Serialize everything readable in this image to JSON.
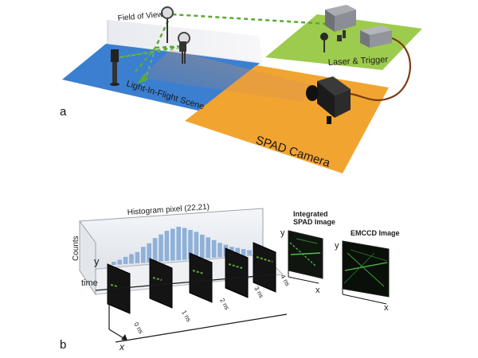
{
  "panel_a": {
    "letter": "a",
    "field_of_view": "Field of View",
    "scene_label": "Light-In-Flight Scene",
    "laser_label": "Laser & Trigger",
    "camera_label": "SPAD Camera"
  },
  "panel_b": {
    "letter": "b",
    "histogram_title": "Histogram pixel (22,21)",
    "counts_label": "Counts",
    "time_label": "time",
    "y_label": "y",
    "x_label": "x",
    "frames": [
      {
        "label": "0 ns"
      },
      {
        "label": "1 ns"
      },
      {
        "label": "2 ns"
      },
      {
        "label": "3 ns"
      },
      {
        "label": "4 ns"
      }
    ],
    "integrated_title_line1": "Integrated",
    "integrated_title_line2": "SPAD Image",
    "emccd_title": "EMCCD Image"
  },
  "colors": {
    "scene_plane": "#3b7fd0",
    "laser_plane": "#9dcb4e",
    "camera_plane": "#f2a431",
    "beam": "#5aaa36",
    "histogram_bar": "#8fb0d8",
    "frame": "#141414"
  }
}
